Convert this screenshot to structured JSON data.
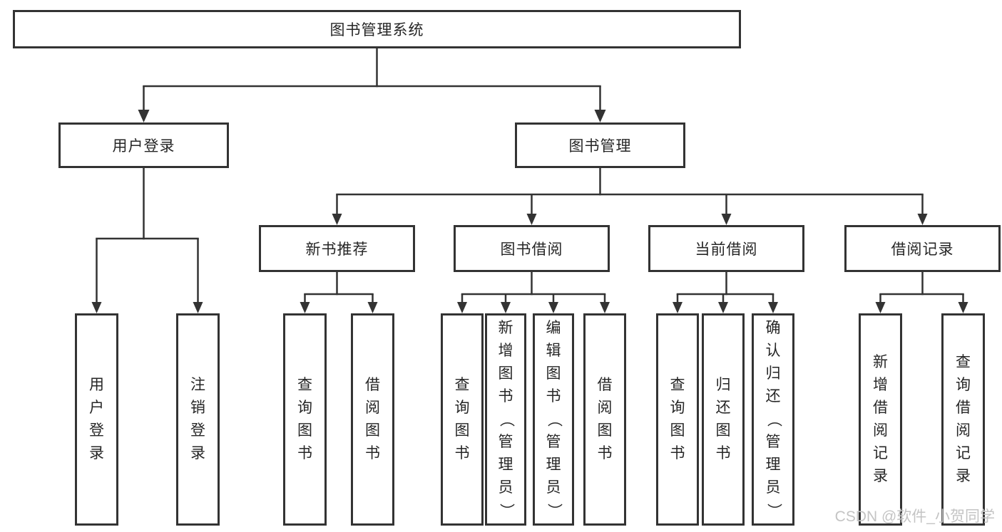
{
  "tree": {
    "label": "图书管理系统",
    "children": [
      {
        "label": "用户登录",
        "children": [
          {
            "label": "用户登录"
          },
          {
            "label": "注销登录"
          }
        ]
      },
      {
        "label": "图书管理",
        "children": [
          {
            "label": "新书推荐",
            "children": [
              {
                "label": "查询图书"
              },
              {
                "label": "借阅图书"
              }
            ]
          },
          {
            "label": "图书借阅",
            "children": [
              {
                "label": "查询图书"
              },
              {
                "label": "新增图书（管理员）"
              },
              {
                "label": "编辑图书（管理员）"
              },
              {
                "label": "借阅图书"
              }
            ]
          },
          {
            "label": "当前借阅",
            "children": [
              {
                "label": "查询图书"
              },
              {
                "label": "归还图书"
              },
              {
                "label": "确认归还（管理员）"
              }
            ]
          },
          {
            "label": "借阅记录",
            "children": [
              {
                "label": "新增借阅记录"
              },
              {
                "label": "查询借阅记录"
              }
            ]
          }
        ]
      }
    ]
  },
  "watermark": "CSDN @软件_小贺同学",
  "colors": {
    "node_border": "#333333",
    "connector": "#333333",
    "text": "#262626",
    "watermark": "#c4c4c4",
    "background": "#ffffff"
  }
}
